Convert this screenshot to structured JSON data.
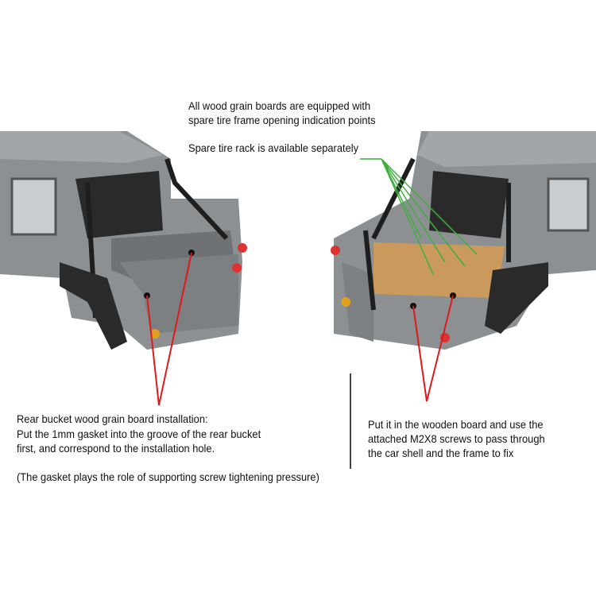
{
  "top_note": {
    "line1": "All wood grain boards are equipped with",
    "line2": "spare tire frame opening indication points",
    "line3": "Spare tire rack is available separately"
  },
  "left_note": {
    "line1": "Rear bucket wood grain board installation:",
    "line2": "Put the 1mm gasket into the groove of the rear bucket",
    "line3": "first, and correspond to the installation hole.",
    "line4": "(The gasket plays the role of supporting screw tightening pressure)"
  },
  "right_note": {
    "line1": "Put it in the wooden board and use the",
    "line2": "attached M2X8 screws to pass through",
    "line3": "the car shell and the frame to fix"
  },
  "colors": {
    "pointer_red": "#e0191a",
    "pointer_green": "#3fae3f",
    "body_gray": "#8a8d90",
    "wood": "#c99a5b"
  }
}
